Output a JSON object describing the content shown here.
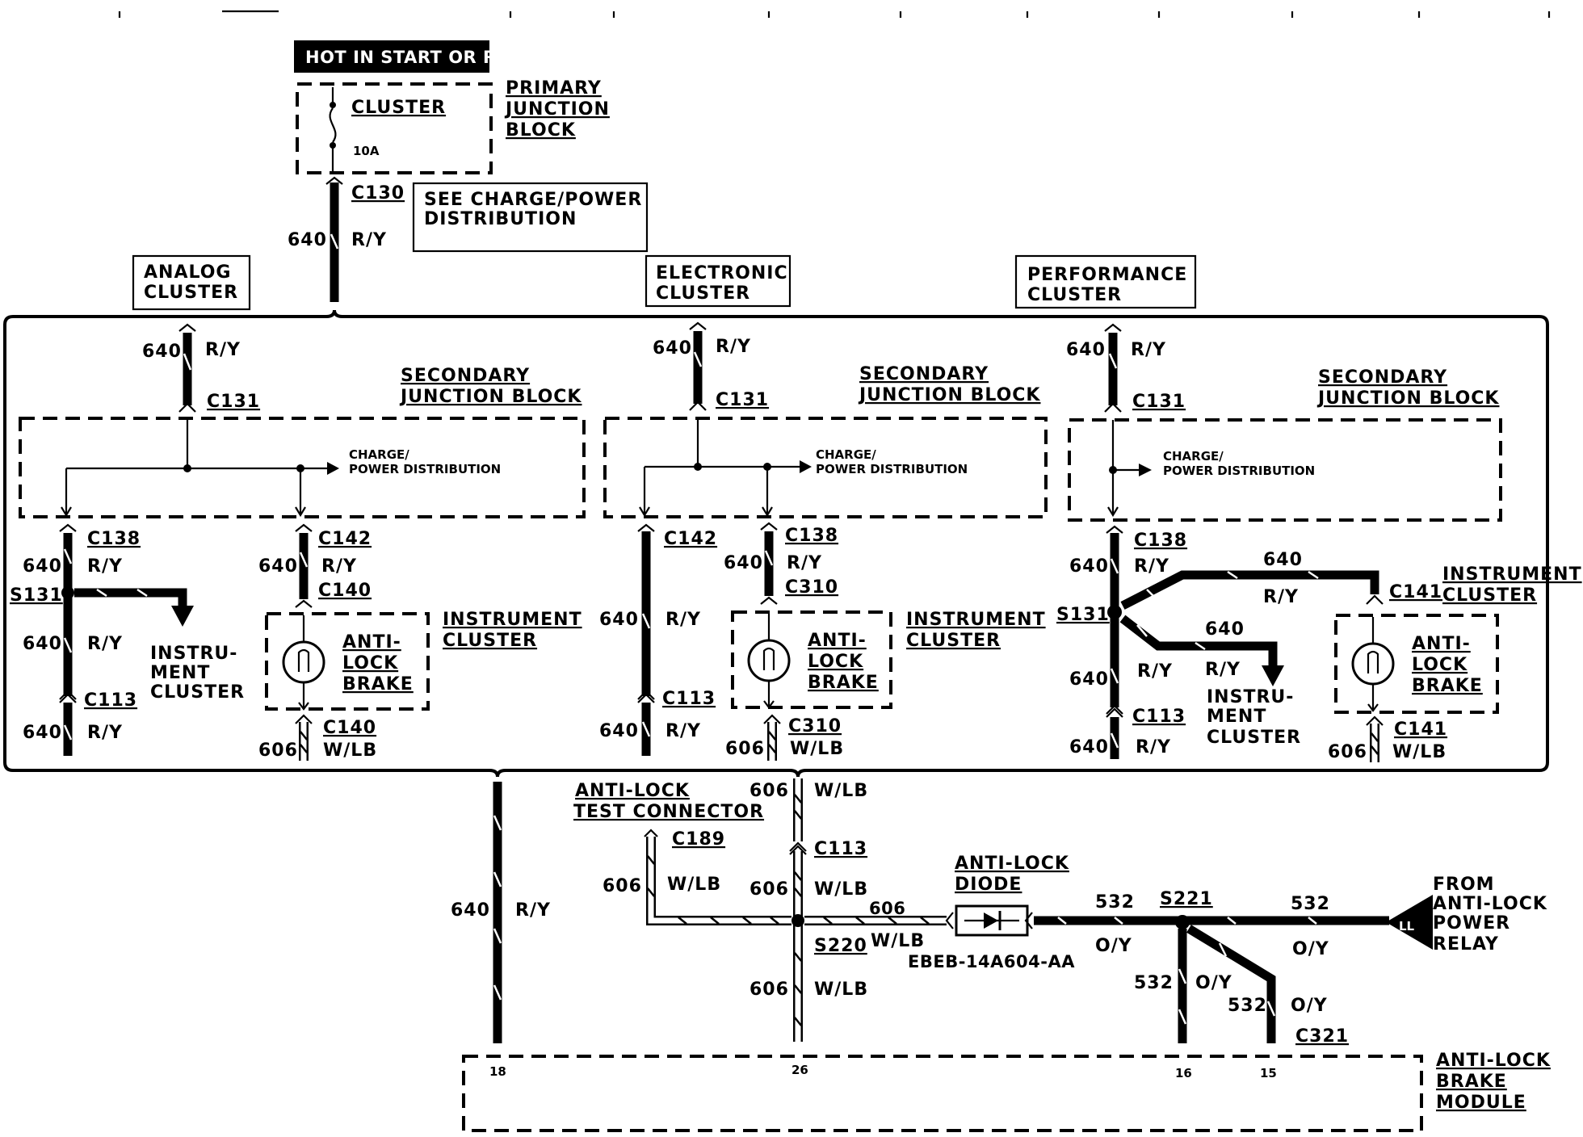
{
  "header": {
    "hot_label": "HOT IN START OR RUN"
  },
  "primary_jb": {
    "fuse_name": "CLUSTER",
    "fuse_rating": "10A",
    "label": [
      "PRIMARY",
      "JUNCTION",
      "BLOCK"
    ],
    "connector": "C130",
    "circuit": "640",
    "color": "R/Y",
    "see_note": [
      "SEE CHARGE/POWER",
      "DISTRIBUTION"
    ]
  },
  "variants": {
    "analog": [
      "ANALOG",
      "CLUSTER"
    ],
    "electronic": [
      "ELECTRONIC",
      "CLUSTER"
    ],
    "performance": [
      "PERFORMANCE",
      "CLUSTER"
    ]
  },
  "common": {
    "secondary_jb": [
      "SECONDARY",
      "JUNCTION BLOCK"
    ],
    "charge_power": [
      "CHARGE/",
      "POWER DISTRIBUTION"
    ],
    "instrument_cluster": [
      "INSTRUMENT",
      "CLUSTER"
    ],
    "instru_ment": [
      "INSTRU-",
      "MENT",
      "CLUSTER"
    ],
    "anti_lock_brake": [
      "ANTI-",
      "LOCK",
      "BRAKE"
    ],
    "circuit_640": "640",
    "circuit_606": "606",
    "circuit_532": "532",
    "ry": "R/Y",
    "wlb": "W/LB",
    "oy": "O/Y"
  },
  "analog": {
    "c131": "C131",
    "c138": "C138",
    "s131": "S131",
    "c113": "C113",
    "c142": "C142",
    "c140a": "C140",
    "c140b": "C140"
  },
  "electronic": {
    "c131": "C131",
    "c142": "C142",
    "c113": "C113",
    "c138": "C138",
    "c310a": "C310",
    "c310b": "C310"
  },
  "performance": {
    "c131": "C131",
    "c138": "C138",
    "s131": "S131",
    "c113": "C113",
    "c141a": "C141",
    "c141b": "C141"
  },
  "lower": {
    "test_connector": [
      "ANTI-LOCK",
      "TEST CONNECTOR"
    ],
    "c189": "C189",
    "c113": "C113",
    "s220": "S220",
    "diode": [
      "ANTI-LOCK",
      "DIODE"
    ],
    "diode_part": "EBEB-14A604-AA",
    "s221": "S221",
    "relay": [
      "FROM",
      "ANTI-LOCK",
      "POWER",
      "RELAY"
    ],
    "relay_code": "LL",
    "c321": "C321",
    "module": [
      "ANTI-LOCK",
      "BRAKE",
      "MODULE"
    ],
    "pins": [
      "18",
      "26",
      "16",
      "15"
    ]
  }
}
